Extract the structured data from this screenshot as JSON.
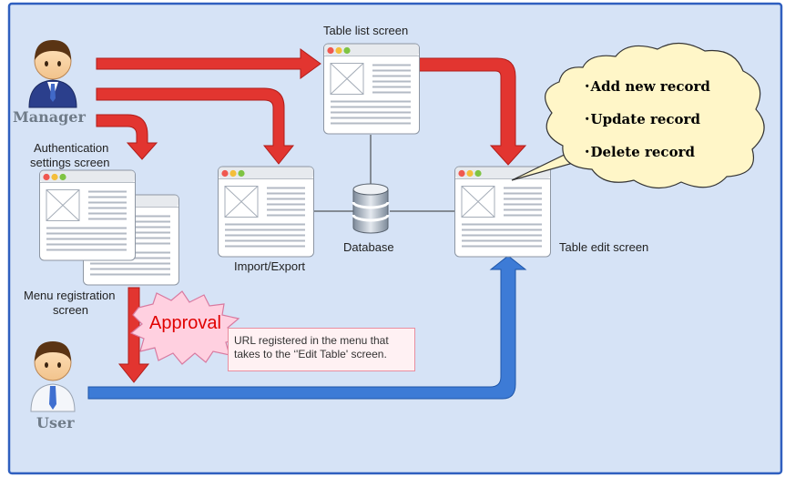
{
  "colors": {
    "background": "#d6e3f6",
    "frame": "#2f5fbf",
    "manager_arrow": "#e23530",
    "user_arrow": "#3d7bd6",
    "cloud": "#fff6c8"
  },
  "roles": {
    "manager": "Manager",
    "user": "User"
  },
  "screens": {
    "table_list": "Table list screen",
    "auth_settings_line1": "Authentication",
    "auth_settings_line2": "settings screen",
    "import_export": "Import/Export",
    "database": "Database",
    "table_edit": "Table edit screen",
    "menu_reg_line1": "Menu registration",
    "menu_reg_line2": "screen"
  },
  "cloud": {
    "items": [
      "･Add new record",
      "･Update record",
      "･Delete record"
    ]
  },
  "approval": "Approval",
  "note": {
    "line1": "URL registered in the menu that",
    "line2": "takes to the ‘'Edit Table' screen."
  },
  "icons": [
    "manager-person-icon",
    "user-person-icon",
    "database-icon",
    "screen-window-icon"
  ]
}
